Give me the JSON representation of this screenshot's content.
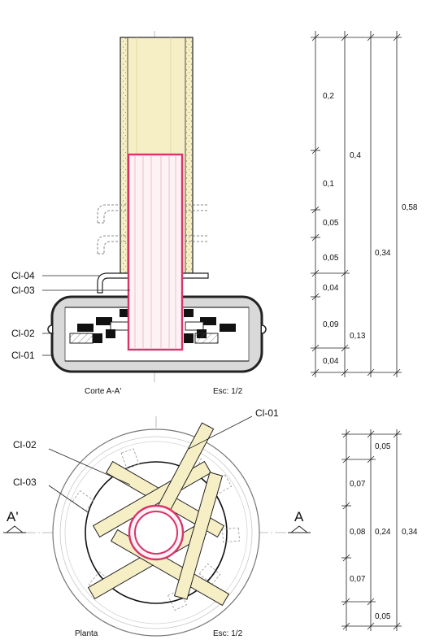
{
  "section": {
    "title": "Corte A-A'",
    "scale": "Esc: 1/2",
    "callouts": [
      "Cl-04",
      "Cl-03",
      "Cl-02",
      "Cl-01"
    ],
    "dimensions": {
      "col1": [
        "0,2",
        "0,1",
        "0,05",
        "0,05",
        "0,04",
        "0,09",
        "0,04"
      ],
      "col2": [
        "0,4",
        "0,13"
      ],
      "col3": [
        "0,34"
      ],
      "col4": [
        "0,58"
      ]
    }
  },
  "plan": {
    "title": "Planta",
    "scale": "Esc: 1/2",
    "callouts": [
      "Cl-01",
      "Cl-02",
      "Cl-03"
    ],
    "section_marks": [
      "A'",
      "A"
    ],
    "dimensions": {
      "col1": [
        "0,07",
        "0,08",
        "0,07"
      ],
      "col2": [
        "0,05",
        "0,24",
        "0,05"
      ],
      "col3": [
        "0,34"
      ]
    }
  }
}
